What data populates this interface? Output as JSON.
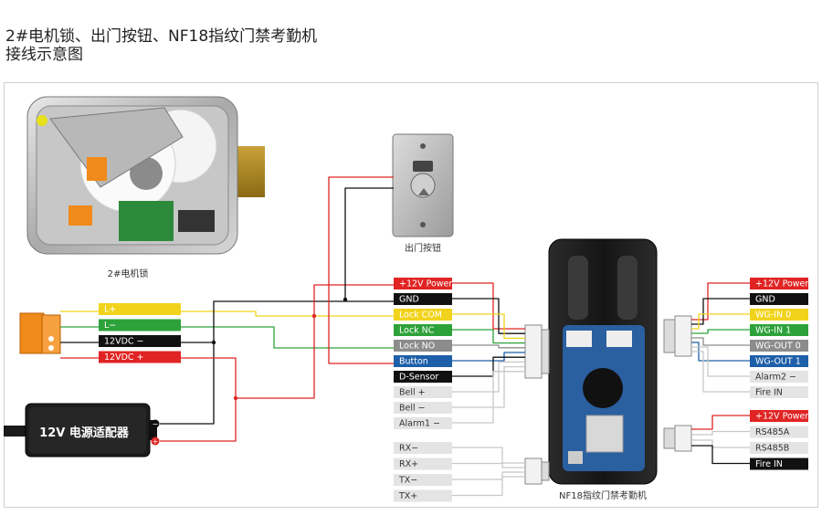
{
  "title": {
    "line1": "2#电机锁、出门按钮、NF18指纹门禁考勤机",
    "line2": "接线示意图"
  },
  "captions": {
    "motor_lock": "2#电机锁",
    "exit_button": "出门按钮",
    "terminal": "NF18指纹门禁考勤机",
    "power_adapter": "12V 电源适配器"
  },
  "lock_wires": [
    {
      "label": "L+",
      "color": "#f1d31c",
      "text_color": "#ffffff"
    },
    {
      "label": "L−",
      "color": "#2ea23a",
      "text_color": "#ffffff"
    },
    {
      "label": "12VDC −",
      "color": "#111111",
      "text_color": "#ffffff"
    },
    {
      "label": "12VDC +",
      "color": "#e02424",
      "text_color": "#ffffff"
    }
  ],
  "center_terminals": [
    {
      "label": "+12V Power",
      "color": "#e02424",
      "text_color": "#ffffff"
    },
    {
      "label": "GND",
      "color": "#111111",
      "text_color": "#ffffff"
    },
    {
      "label": "Lock COM",
      "color": "#f1d31c",
      "text_color": "#ffffff"
    },
    {
      "label": "Lock NC",
      "color": "#2ea23a",
      "text_color": "#ffffff"
    },
    {
      "label": "Lock NO",
      "color": "#8c8c8c",
      "text_color": "#ffffff"
    },
    {
      "label": "Button",
      "color": "#1d5fa8",
      "text_color": "#ffffff"
    },
    {
      "label": "D-Sensor",
      "color": "#111111",
      "text_color": "#ffffff"
    },
    {
      "label": "Bell +",
      "color": "#e4e4e4",
      "text_color": "#333333"
    },
    {
      "label": "Bell −",
      "color": "#e4e4e4",
      "text_color": "#333333"
    },
    {
      "label": "Alarm1 −",
      "color": "#e4e4e4",
      "text_color": "#333333"
    }
  ],
  "serial_terminals": [
    {
      "label": "RX−",
      "color": "#e4e4e4",
      "text_color": "#333333"
    },
    {
      "label": "RX+",
      "color": "#e4e4e4",
      "text_color": "#333333"
    },
    {
      "label": "TX−",
      "color": "#e4e4e4",
      "text_color": "#333333"
    },
    {
      "label": "TX+",
      "color": "#e4e4e4",
      "text_color": "#333333"
    }
  ],
  "wiegand_terminals": [
    {
      "label": "+12V Power",
      "color": "#e02424",
      "text_color": "#ffffff"
    },
    {
      "label": "GND",
      "color": "#111111",
      "text_color": "#ffffff"
    },
    {
      "label": "WG-IN 0",
      "color": "#f1d31c",
      "text_color": "#ffffff"
    },
    {
      "label": "WG-IN 1",
      "color": "#2ea23a",
      "text_color": "#ffffff"
    },
    {
      "label": "WG-OUT 0",
      "color": "#8c8c8c",
      "text_color": "#ffffff"
    },
    {
      "label": "WG-OUT 1",
      "color": "#1d5fa8",
      "text_color": "#ffffff"
    },
    {
      "label": "Alarm2 −",
      "color": "#e4e4e4",
      "text_color": "#333333"
    },
    {
      "label": "Fire IN",
      "color": "#e4e4e4",
      "text_color": "#333333"
    }
  ],
  "rs485_terminals": [
    {
      "label": "+12V Power",
      "color": "#e02424",
      "text_color": "#ffffff"
    },
    {
      "label": "RS485A",
      "color": "#e4e4e4",
      "text_color": "#333333"
    },
    {
      "label": "RS485B",
      "color": "#e4e4e4",
      "text_color": "#333333"
    },
    {
      "label": "Fire IN",
      "color": "#111111",
      "text_color": "#ffffff"
    }
  ],
  "adapter_marks": {
    "minus": "−",
    "plus": "+"
  },
  "wire_colors": {
    "red": "#e02424",
    "black": "#111111",
    "yellow": "#f1d31c",
    "green": "#2ea23a",
    "grey": "#8c8c8c",
    "blue": "#1d5fa8",
    "light": "#c8c8c8"
  }
}
